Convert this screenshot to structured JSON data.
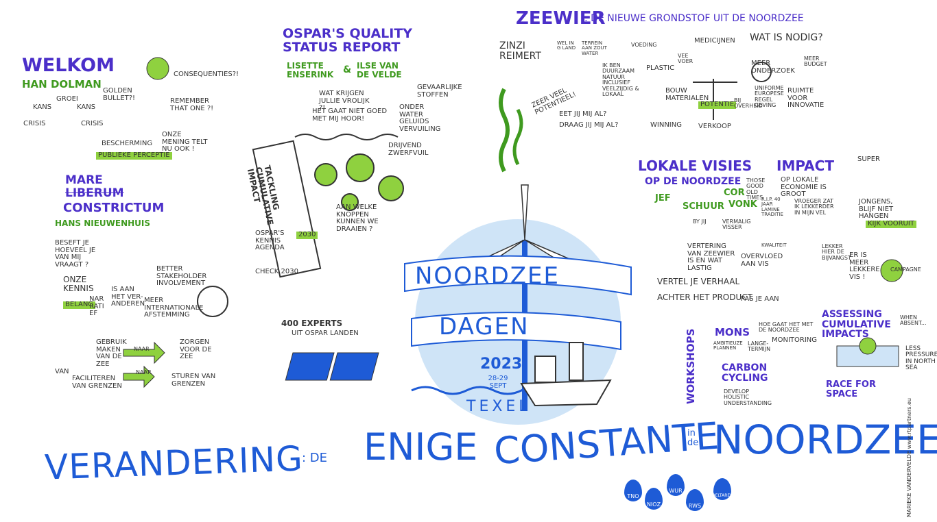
{
  "colors": {
    "purple": "#4b2fc9",
    "green": "#8fd13f",
    "blue": "#1e5bd6",
    "ink": "#333333",
    "sea": "#cfe4f7"
  },
  "welkom": {
    "title": "WELKOM",
    "speaker": "HAN DOLMAN",
    "bubbles": [
      "GROEI",
      "KANS",
      "KANS",
      "CRISIS",
      "CRISIS"
    ],
    "gold": "GOLDEN BULLET?!",
    "consequences": "CONSEQUENTIES?!",
    "remember": "REMEMBER THAT ONE ?!",
    "bescherming": "BESCHERMING",
    "publieke": "PUBLIEKE PERCEPTIE",
    "mening": "ONZE MENING TELT NU OOK !"
  },
  "mare": {
    "title1": "MARE",
    "title2": "LIBERUM",
    "title3": "CONSTRICTUM",
    "speaker": "HANS NIEUWENHUIS",
    "beseft": "BESEFT JE HOEVEEL JE VAN MIJ VRAAGT ?",
    "better": "BETTER STAKEHOLDER INVOLVEMENT",
    "kennis": "ONZE KENNIS",
    "is": "IS AAN HET VER-ANDEREN",
    "belang": "BELANG",
    "narratief": "NAR RATI EF",
    "meer": "MEER INTERNATIONALE AFSTEMMING",
    "gebruik": "GEBRUIK MAKEN VAN DE ZEE",
    "naar": "NAAR",
    "zorgen": "ZORGEN VOOR DE ZEE",
    "van": "VAN",
    "faciliteren": "FACILITEREN VAN GRENZEN",
    "naar2": "NAAR",
    "sturen": "STUREN VAN GRENZEN"
  },
  "ospar": {
    "title": "OSPAR'S QUALITY STATUS REPORT",
    "speaker1": "LISETTE ENSERINK",
    "amp": "&",
    "speaker2": "ILSE VAN DE VELDE",
    "vraag": "WAT KRIJGEN JULLIE VROLIJK ?!",
    "niet": "HET GAAT NIET GOED MET MIJ HOOR!",
    "gevaarlijke": "GEVAARLIJKE STOFFEN",
    "onder": "ONDER WATER GELUIDS VERVUILING",
    "drijvend": "DRIJVEND ZWERFVUIL",
    "tackling": "TACKLING CUMULATIVE IMPACT",
    "knoppen": "AAN WELKE KNOPPEN KUNNEN WE DRAAIEN ?",
    "agenda": "OSPAR'S KENNIS AGENDA",
    "year": "2030",
    "check": "CHECK 2030",
    "experts": "400 EXPERTS",
    "landen": "UIT OSPAR LANDEN"
  },
  "zeewier": {
    "title": "ZEEWIER",
    "subtitle": ": DE NIEUWE GRONDSTOF UIT DE NOORDZEE",
    "speaker": "ZINZI REIMERT",
    "nodig": "WAT IS NODIG?",
    "welingland": "WEL IN G LAND",
    "terrein": "TERREIN AAN ZOUT WATER",
    "potentieel": "ZEER VEEL POTENTIEEL!",
    "duurzaam": "IK BEN DUURZAAM NATUUR INCLUSIEF VEELZIJDIG & LOKAAL",
    "voeding": "VOEDING",
    "plastic": "PLASTIC",
    "veevoer": "VEE VOER",
    "medicijnen": "MEDICIJNEN",
    "bouw": "BOUW MATERIALEN",
    "potentie": "POTENTIE",
    "overheid": "BIJ OVERHEID",
    "onderzoek": "MEER ONDERZOEK",
    "budget": "MEER BUDGET",
    "regels": "UNIFORME EUROPESE REGEL GEVING",
    "ruimte": "RUIMTE VOOR INNOVATIE",
    "eetje": "EET JIJ MIJ AL?",
    "draag": "DRAAG JIJ MIJ AL?",
    "winning": "WINNING",
    "verkoop": "VERKOOP"
  },
  "center": {
    "line1": "NOORDZEE",
    "line2": "DAGEN",
    "year": "2023",
    "dates": "28-29 SEPT",
    "place": "TEXEL"
  },
  "lokale": {
    "title": "LOKALE VISIES",
    "subtitle": "OP DE NOORDZEE",
    "speaker1": "JEF",
    "speaker2": "SCHUUR",
    "speaker3": "COR",
    "speaker4": "VONK",
    "impact": "IMPACT",
    "economie": "OP LOKALE ECONOMIE IS GROOT",
    "times": "THOSE GOOD OLD TIMES",
    "rip": "R.I.P. 40 JAAR LAMINE TRADITIE",
    "vroeger": "VROEGER ZAT IK LEKKERDER IN MIJN VEL",
    "super": "SUPER",
    "jongens": "JONGENS, BLIJF NIET HANGEN",
    "kijk": "KIJK VOORUIT",
    "bij": "BY JIJ",
    "vermaalde": "VERMALIG VISSER",
    "verwering": "VERTERING VAN ZEEWIER IS EN WAT LASTIG",
    "kwaliteit": "KWALITEIT",
    "overvloed": "OVERVLOED AAN VIS",
    "lekkere": "LEKKER HIER DE BIJVANGST",
    "verhaal": "VERTEL JE VERHAAL",
    "achter": "ACHTER HET PRODUCT",
    "pasje": "PAS JE AAN",
    "meer": "ER IS MEER LEKKERE VIS !",
    "campagne": "CAMPAGNE"
  },
  "workshops": {
    "label": "WORKSHOPS",
    "mons": "MONS",
    "mons_q": "HOE GAAT HET MET DE NOORDZEE",
    "ambitie": "AMBITIEUZE PLANNEN",
    "lange": "LANGE-TERMIJN",
    "monitoring": "MONITORING",
    "carbon": "CARBON CYCLING",
    "develop": "DEVELOP HOLISTIC UNDERSTANDING",
    "assessing": "ASSESSING CUMULATIVE IMPACTS",
    "when": "WHEN ABSENT...",
    "less": "LESS PRESSURE IN NORTH SEA",
    "race": "RACE FOR SPACE"
  },
  "footer": {
    "part1": "VERANDERING",
    "colon": ": DE",
    "part2": "ENIGE",
    "part3": "CONSTANTE",
    "in": "in de",
    "part4": "NOORDZEE",
    "drops": [
      "TNO",
      "NIOZ",
      "WUR",
      "RWS",
      "DELTARES"
    ],
    "credit": "MARIEKE VANDERVELDE www.rtpartners.eu"
  }
}
